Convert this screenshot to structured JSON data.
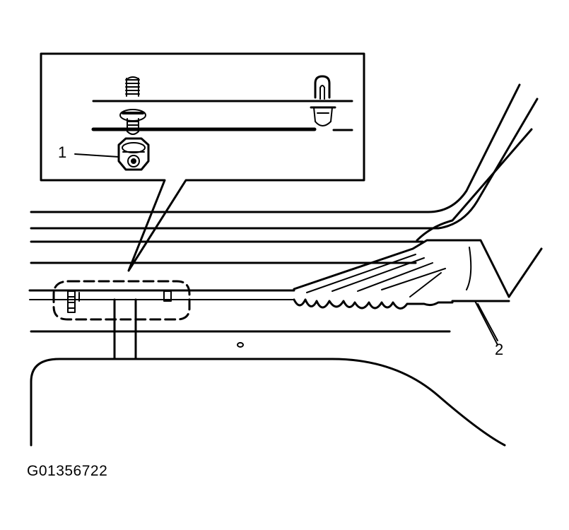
{
  "callouts": {
    "part_1": "1",
    "part_2": "2"
  },
  "figure_id": "G01356722",
  "colors": {
    "ink": "#000000",
    "paper": "#ffffff"
  }
}
